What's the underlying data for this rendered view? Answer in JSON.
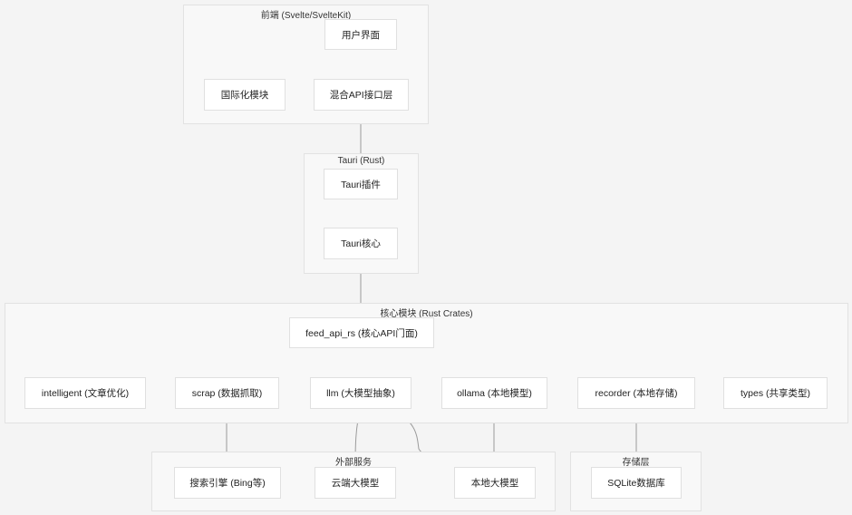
{
  "groups": {
    "frontend": "前端 (Svelte/SvelteKit)",
    "tauri": "Tauri (Rust)",
    "core": "核心模块 (Rust Crates)",
    "external": "外部服务",
    "storage": "存储层"
  },
  "nodes": {
    "ui": "用户界面",
    "i18n": "国际化模块",
    "hybrid_api": "混合API接口层",
    "tauri_plugin": "Tauri插件",
    "tauri_core": "Tauri核心",
    "feed_api": "feed_api_rs (核心API门面)",
    "intelligent": "intelligent (文章优化)",
    "scrap": "scrap (数据抓取)",
    "llm": "llm (大模型抽象)",
    "ollama": "ollama (本地模型)",
    "recorder": "recorder (本地存储)",
    "types": "types (共享类型)",
    "search_engine": "搜索引擎 (Bing等)",
    "cloud_llm": "云端大模型",
    "local_llm": "本地大模型",
    "sqlite": "SQLite数据库"
  },
  "colors": {
    "edge": "#9a9a9a",
    "node_border": "#e0e0e0",
    "group_fill": "#f8f8f8"
  }
}
